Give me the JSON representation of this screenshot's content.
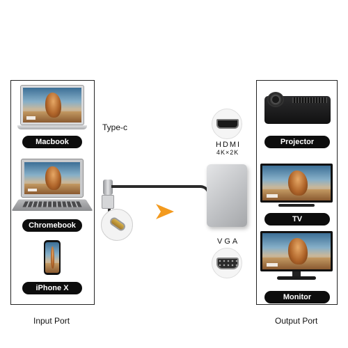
{
  "input": {
    "caption": "Input Port",
    "devices": [
      {
        "label": "Macbook"
      },
      {
        "label": "Chromebook"
      },
      {
        "label": "iPhone X"
      }
    ]
  },
  "output": {
    "caption": "Output Port",
    "devices": [
      {
        "label": "Projector"
      },
      {
        "label": "TV"
      },
      {
        "label": "Monitor"
      }
    ]
  },
  "connector": {
    "label": "Type-c"
  },
  "ports": {
    "hdmi": {
      "label": "HDMI",
      "spec": "4K×2K"
    },
    "vga": {
      "label": "VGA"
    }
  },
  "colors": {
    "arrow": "#f39a1e",
    "adapter": "#c8cacd",
    "pill": "#0d0d0d"
  }
}
